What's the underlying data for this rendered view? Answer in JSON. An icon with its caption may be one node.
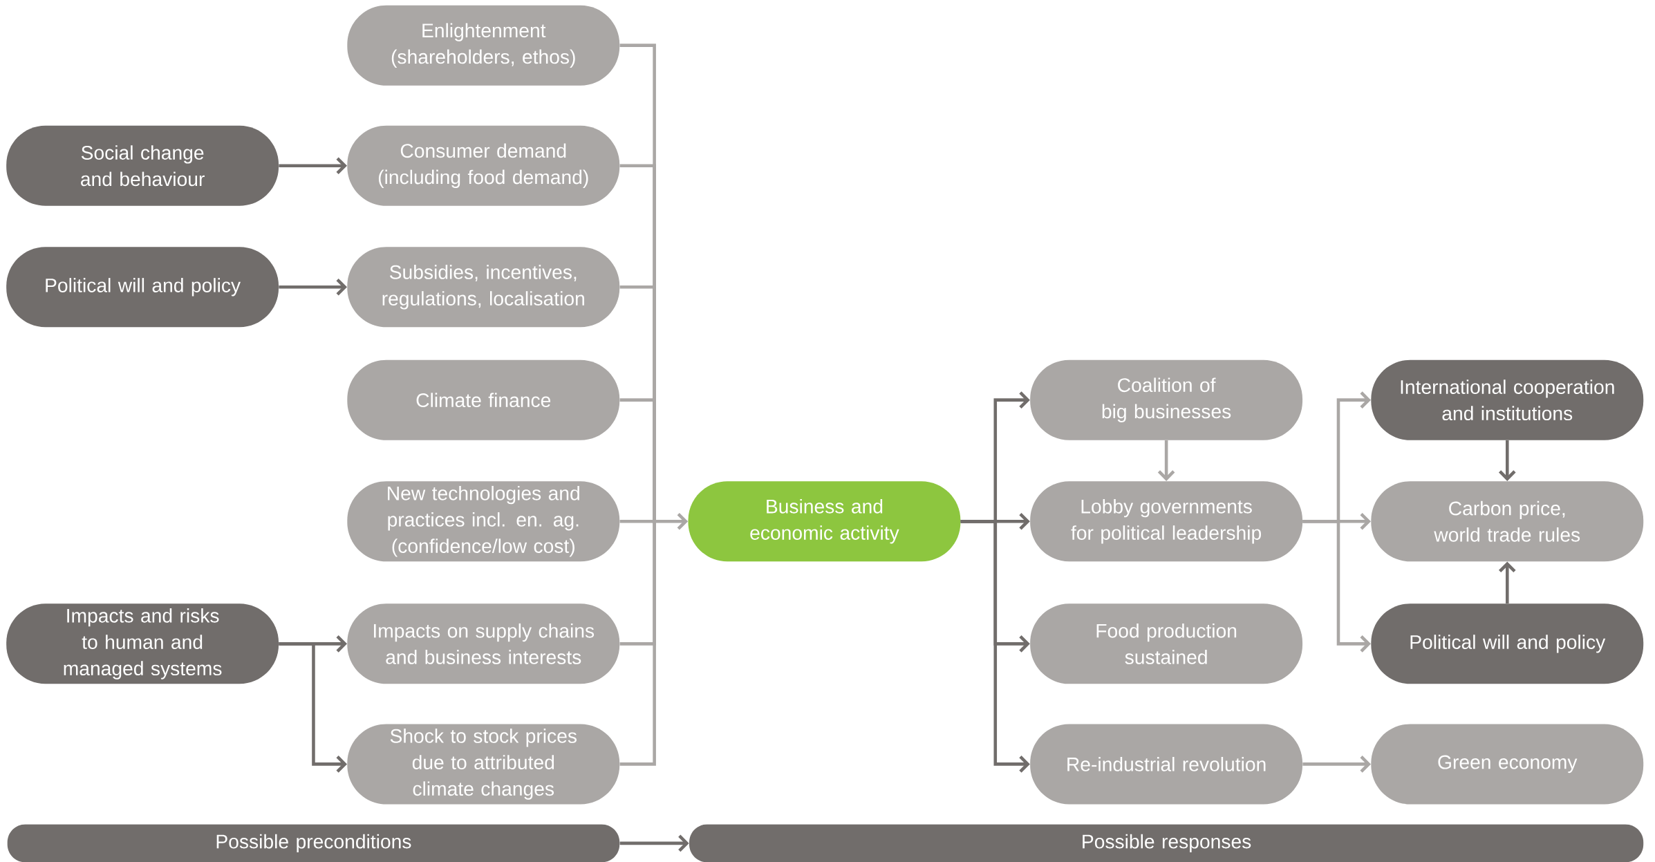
{
  "diagram": {
    "nodes": [
      {
        "text": [
          "Enlightenment (shareholders, ethos)"
        ]
      },
      {
        "text": [
          "Social change and behaviour"
        ]
      },
      {
        "text": [
          "Consumer demand (including food demand)"
        ]
      },
      {
        "text": [
          "Political will and policy"
        ]
      },
      {
        "text": [
          "Subsidies, incentives, regulations, localisation"
        ]
      },
      {
        "text": [
          "Climate finance"
        ]
      },
      {
        "text": [
          "New technologies and practices incl. en. ag. (confidence/low cost)"
        ]
      },
      {
        "text": [
          "Business and economic activity"
        ]
      },
      {
        "text": [
          "Impacts and risks to human and managed systems"
        ]
      },
      {
        "text": [
          "Impacts on supply chains and business interests"
        ]
      },
      {
        "text": [
          "Shock to stock prices due to attributed climate changes"
        ]
      },
      {
        "text": [
          "Coalition of big businesses"
        ]
      },
      {
        "text": [
          "International cooperation and institutions"
        ]
      },
      {
        "text": [
          "Lobby governments for political leadership"
        ]
      },
      {
        "text": [
          "Carbon price, world trade rules"
        ]
      },
      {
        "text": [
          "Food production sustained"
        ]
      },
      {
        "text": [
          "Political will and policy"
        ]
      },
      {
        "text": [
          "Re-industrial revolution"
        ]
      },
      {
        "text": [
          "Green economy"
        ]
      },
      {
        "text": [
          "Possible preconditions"
        ]
      },
      {
        "text": [
          "Possible responses"
        ]
      }
    ],
    "edges": [
      {
        "from": 1,
        "to": 2,
        "arrow": "to",
        "color": "#716d6b"
      },
      {
        "from": 3,
        "to": 4,
        "arrow": "to",
        "color": "#716d6b"
      },
      {
        "from": 8,
        "to": 9,
        "arrow": "to",
        "color": "#716d6b"
      },
      {
        "from": 8,
        "to": 10,
        "arrow": "to",
        "color": "#716d6b"
      },
      {
        "from": 0,
        "to": 7,
        "arrow": "to"
      },
      {
        "from": 2,
        "to": 7,
        "arrow": "to"
      },
      {
        "from": 4,
        "to": 7,
        "arrow": "to"
      },
      {
        "from": 5,
        "to": 7,
        "arrow": "to"
      },
      {
        "from": 6,
        "to": 7,
        "arrow": "to"
      },
      {
        "from": 9,
        "to": 7,
        "arrow": "to"
      },
      {
        "from": 10,
        "to": 7,
        "arrow": "to"
      },
      {
        "from": 7,
        "to": 11,
        "arrow": "to",
        "color": "#716d6b"
      },
      {
        "from": 7,
        "to": 13,
        "arrow": "to",
        "color": "#716d6b"
      },
      {
        "from": 7,
        "to": 15,
        "arrow": "to",
        "color": "#716d6b"
      },
      {
        "from": 7,
        "to": 17,
        "arrow": "to",
        "color": "#716d6b"
      },
      {
        "from": 11,
        "to": 13,
        "arrow": "to"
      },
      {
        "from": 13,
        "to": 12,
        "arrow": "to"
      },
      {
        "from": 13,
        "to": 14,
        "arrow": "to"
      },
      {
        "from": 13,
        "to": 16,
        "arrow": "to"
      },
      {
        "from": 12,
        "to": 14,
        "arrow": "to",
        "color": "#716d6b"
      },
      {
        "from": 16,
        "to": 14,
        "arrow": "to",
        "color": "#716d6b"
      },
      {
        "from": 17,
        "to": 18,
        "arrow": "to"
      },
      {
        "from": 19,
        "to": 20,
        "arrow": "to",
        "color": "#716d6b"
      }
    ]
  }
}
